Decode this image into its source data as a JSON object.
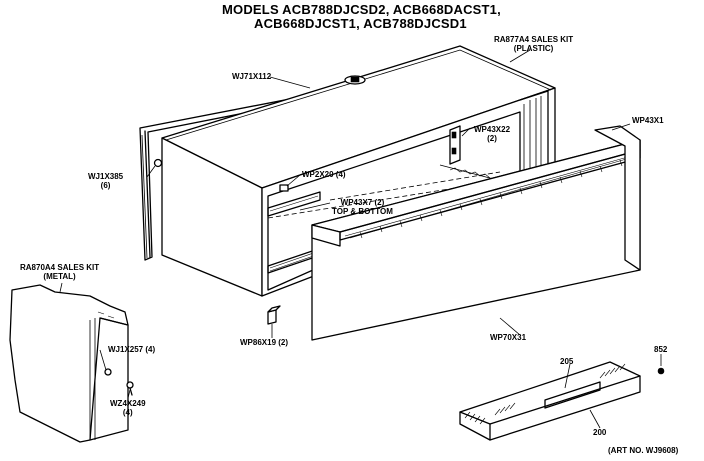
{
  "title": {
    "line1": "MODELS ACB788DJCSD2, ACB668DACST1,",
    "line2": "ACB668DJCST1, ACB788DJCSD1"
  },
  "labels": {
    "sales_kit_plastic": "RA877A4 SALES KIT",
    "sales_kit_plastic_sub": "(PLASTIC)",
    "wj71x112": "WJ71X112",
    "wp43x22": "WP43X22",
    "wp43x22_qty": "(2)",
    "wp43x1": "WP43X1",
    "wj1x385": "WJ1X385",
    "wj1x385_qty": "(6)",
    "wp2x20": "WP2X20 (4)",
    "wp43x7": "WP43X7 (2)",
    "wp43x7_sub": "TOP & BOTTOM",
    "sales_kit_metal": "RA870A4 SALES KIT",
    "sales_kit_metal_sub": "(METAL)",
    "wj1x257": "WJ1X257 (4)",
    "wz4x249": "WZ4X249",
    "wz4x249_qty": "(4)",
    "wp86x19": "WP86X19 (2)",
    "wp70x31": "WP70X31",
    "ref_852": "852",
    "ref_205": "205",
    "ref_200": "200",
    "art_no": "(ART NO. WJ9608)"
  }
}
